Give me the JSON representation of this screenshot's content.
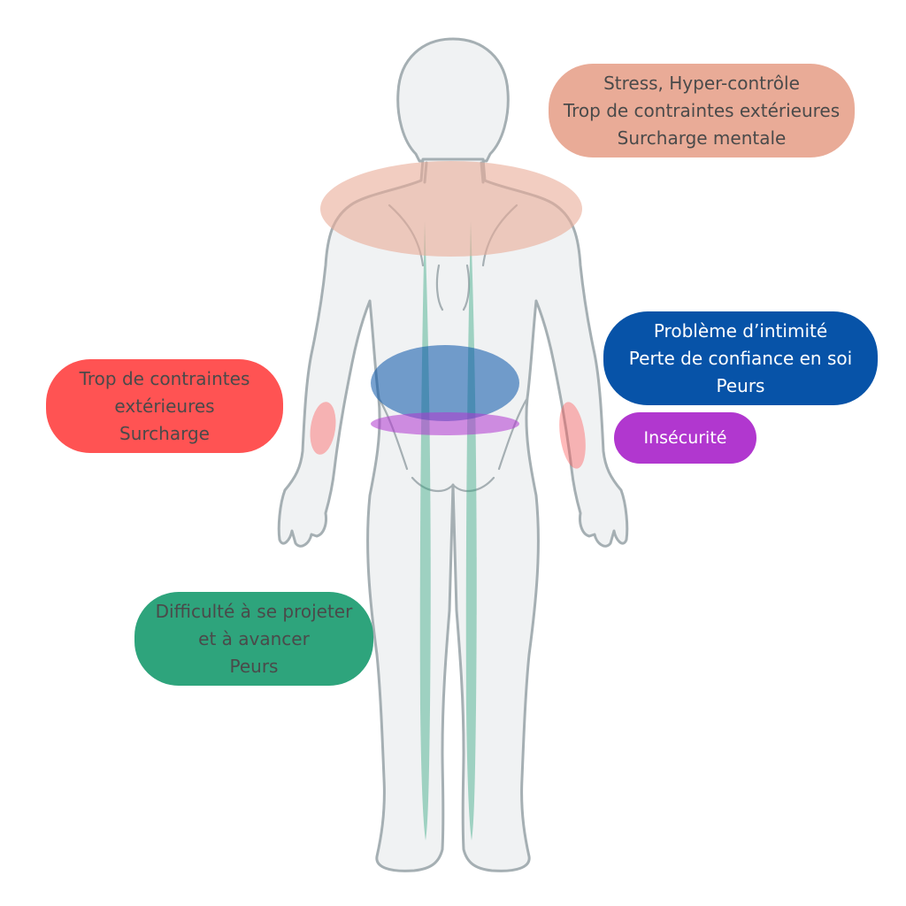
{
  "zones": {
    "shoulders": {
      "color": "#e9ab97",
      "lines": [
        "Stress, Hyper-contrôle",
        "Trop de contraintes extérieures",
        "Surcharge mentale"
      ]
    },
    "forearms": {
      "color": "#ff5353",
      "lines": [
        "Trop de contraintes",
        "extérieures",
        "Surcharge"
      ]
    },
    "lower_back": {
      "color": "#0753a8",
      "lines": [
        "Problème d’intimité",
        "Perte de confiance en soi",
        "Peurs"
      ]
    },
    "pelvis": {
      "color": "#b137cf",
      "lines": [
        "Insécurité"
      ]
    },
    "legs": {
      "color": "#2ea47c",
      "lines": [
        "Difficulté à se projeter",
        "et à avancer",
        "Peurs"
      ]
    }
  }
}
